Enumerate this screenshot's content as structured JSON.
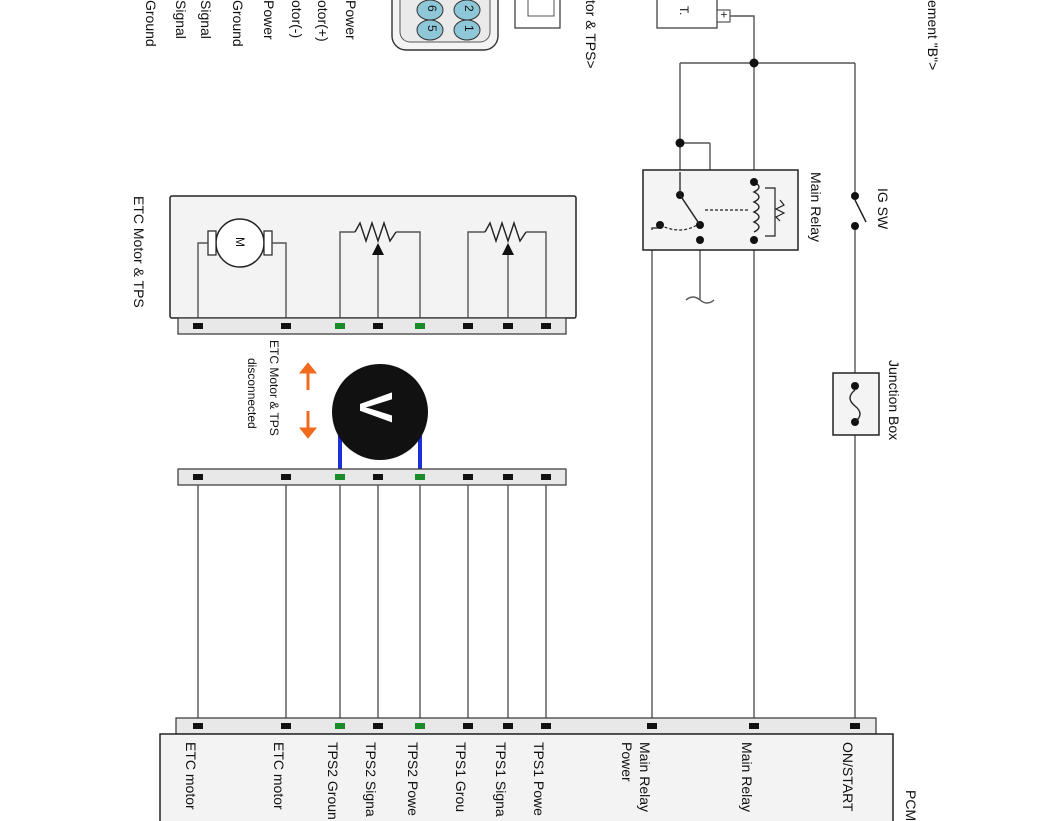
{
  "colors": {
    "normal_pin": "#111111",
    "green_pin": "#1a8a2a",
    "meter_wire": "#1a2fd6",
    "arrow": "#f26a1b"
  },
  "top_labels": {
    "connector_fragment": "tor & TPS>",
    "element_fragment": "ement \"B\">",
    "battery_fragment": "T.",
    "battery_plus": "+",
    "pin_list": [
      {
        "text": "Ground",
        "color": "#111111"
      },
      {
        "text": "Signal",
        "color": "#111111"
      },
      {
        "text": "Signal",
        "color": "#111111"
      },
      {
        "text": "Power",
        "color": "#111111"
      },
      {
        "text": "otor(-)",
        "color": "#111111"
      },
      {
        "text": "otor(+)",
        "color": "#111111"
      },
      {
        "text": "Ground",
        "color": "#1a8a2a"
      },
      {
        "text": "Power",
        "color": "#1a8a2a"
      }
    ],
    "connector_pins": [
      "2",
      "1",
      "6",
      "5"
    ]
  },
  "components": {
    "etc_motor_tps": "ETC Motor & TPS",
    "motor_symbol": "M",
    "main_relay": "Main Relay",
    "ig_sw": "IG SW",
    "junction_box": "Junction Box",
    "disconnected_note_1": "ETC Motor & TPS",
    "disconnected_note_2": "disconnected",
    "meter_symbol": "V",
    "pcm": "PCM"
  },
  "pcm_terminals": [
    {
      "label": "ETC motor",
      "color": "#111111"
    },
    {
      "label": "ETC motor",
      "color": "#111111"
    },
    {
      "label": "TPS2 Groun",
      "color": "#1a8a2a"
    },
    {
      "label": "TPS2 Signa",
      "color": "#111111"
    },
    {
      "label": "TPS2 Powe",
      "color": "#1a8a2a"
    },
    {
      "label": "TPS1 Grou",
      "color": "#111111"
    },
    {
      "label": "TPS1 Signa",
      "color": "#111111"
    },
    {
      "label": "TPS1 Powe",
      "color": "#111111"
    },
    {
      "label": "Main Relay Power",
      "color": "#111111"
    },
    {
      "label": "Main Relay",
      "color": "#111111"
    },
    {
      "label": "ON/START",
      "color": "#111111"
    }
  ]
}
